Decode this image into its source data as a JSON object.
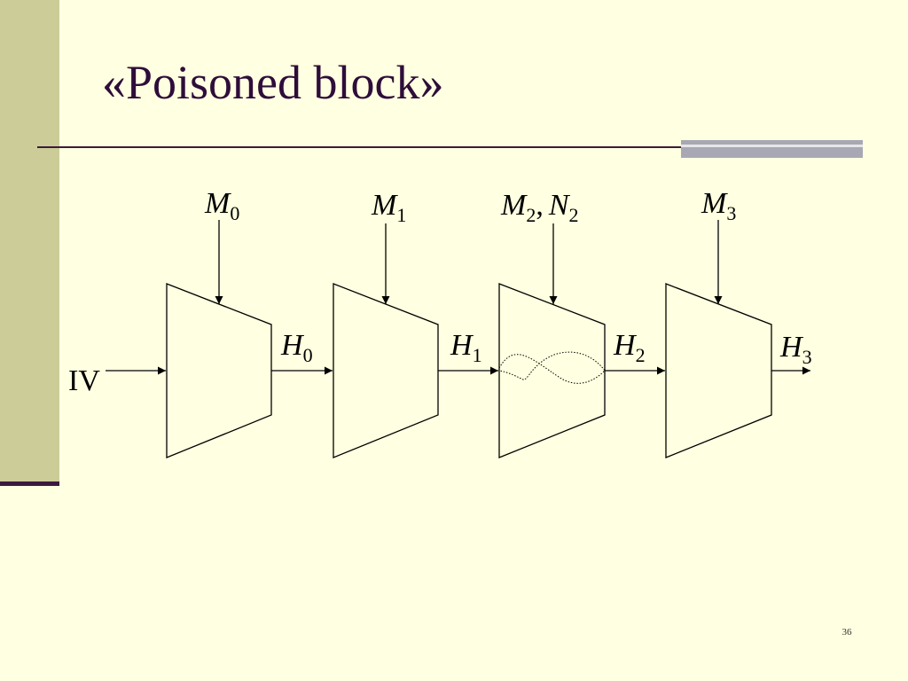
{
  "slide": {
    "title": "«Poisoned block»",
    "page_number": "36"
  },
  "diagram": {
    "iv_label": "IV",
    "message_inputs": [
      {
        "letter": "M",
        "sub": "0"
      },
      {
        "letter": "M",
        "sub": "1"
      },
      {
        "letter": "M",
        "sub": "2",
        "extra_letter": "N",
        "extra_sub": "2",
        "separator": ","
      },
      {
        "letter": "M",
        "sub": "3"
      }
    ],
    "hash_outputs": [
      {
        "letter": "H",
        "sub": "0"
      },
      {
        "letter": "H",
        "sub": "1"
      },
      {
        "letter": "H",
        "sub": "2"
      },
      {
        "letter": "H",
        "sub": "3"
      }
    ],
    "poisoned_block_index": 2
  },
  "colors": {
    "background": "#FFFFE1",
    "sidebar": "#CCCC99",
    "title": "#2E0D3A",
    "rule": "#3D1A3D",
    "accent_gray": "#A8A8B4"
  }
}
